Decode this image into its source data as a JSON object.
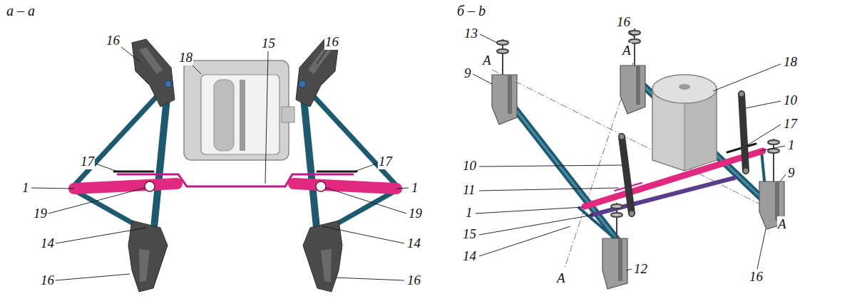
{
  "diagram": {
    "labels": [
      "а – a",
      "16",
      "18",
      "15",
      "16",
      "17",
      "17",
      "1",
      "1",
      "19",
      "19",
      "14",
      "14",
      "16",
      "16",
      "б – b",
      "16",
      "A",
      "13",
      "18",
      "A",
      "9",
      "10",
      "17",
      "1",
      "10",
      "11",
      "1",
      "15",
      "14",
      "A",
      "12",
      "16",
      "9",
      "A"
    ]
  }
}
